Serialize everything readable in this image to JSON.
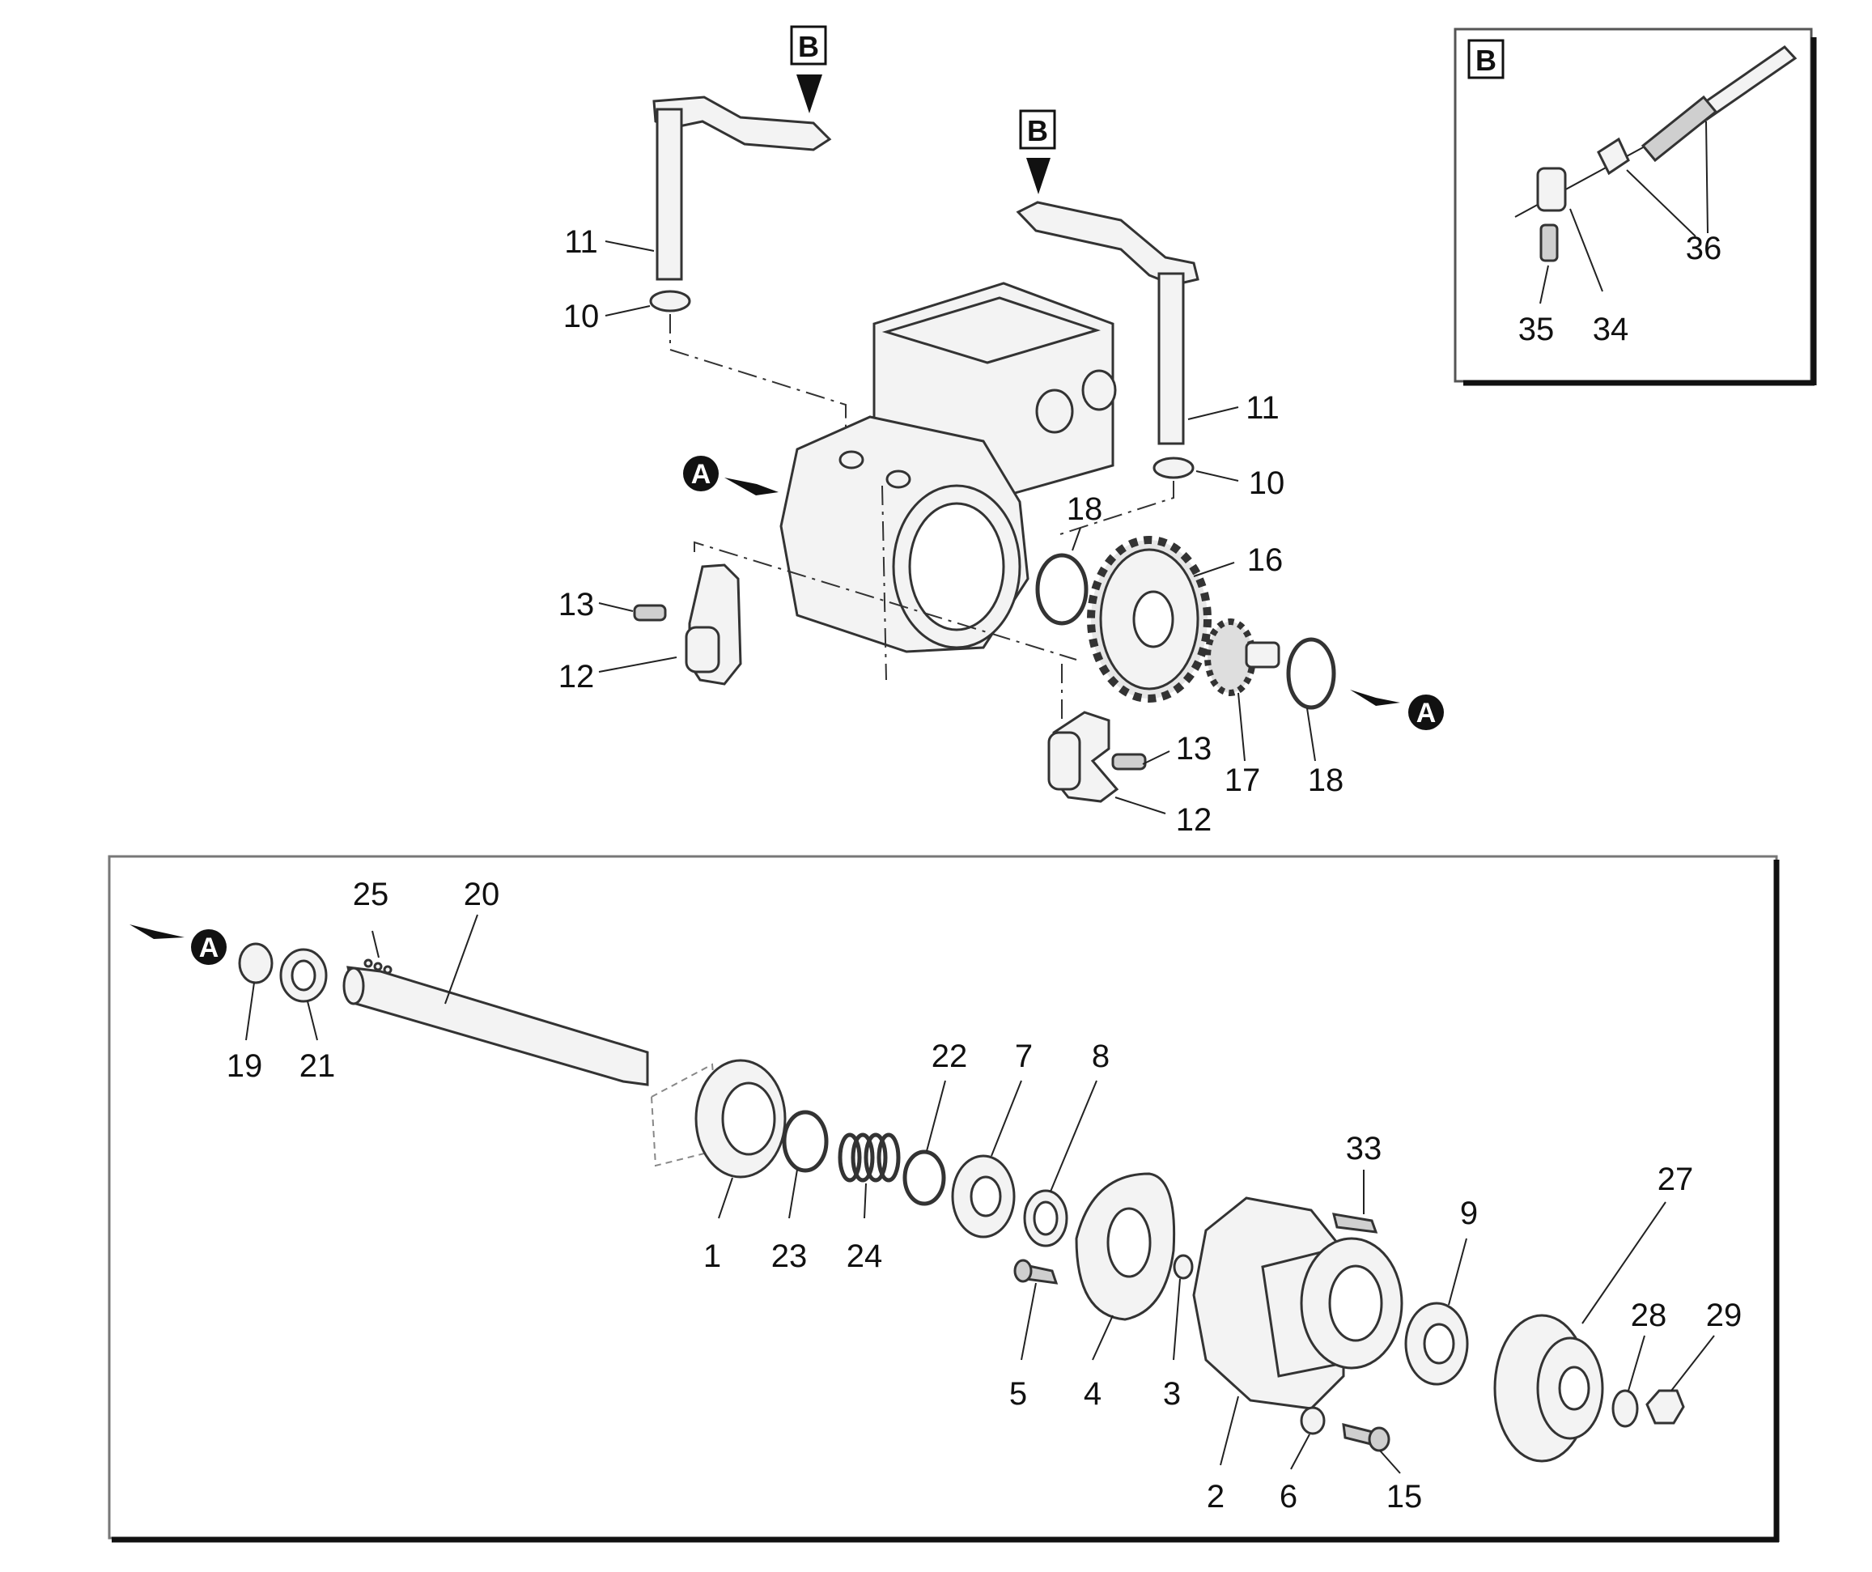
{
  "callout_markers": {
    "a": "A",
    "b": "B"
  },
  "inset": {
    "title": "B"
  },
  "labels": {
    "p1": "1",
    "p2": "2",
    "p3": "3",
    "p4": "4",
    "p5": "5",
    "p6": "6",
    "p7": "7",
    "p8": "8",
    "p9": "9",
    "p10": "10",
    "p11": "11",
    "p12": "12",
    "p13": "13",
    "p15": "15",
    "p16": "16",
    "p17": "17",
    "p18": "18",
    "p19": "19",
    "p20": "20",
    "p21": "21",
    "p22": "22",
    "p23": "23",
    "p24": "24",
    "p25": "25",
    "p27": "27",
    "p28": "28",
    "p29": "29",
    "p33": "33",
    "p34": "34",
    "p35": "35",
    "p36": "36"
  }
}
